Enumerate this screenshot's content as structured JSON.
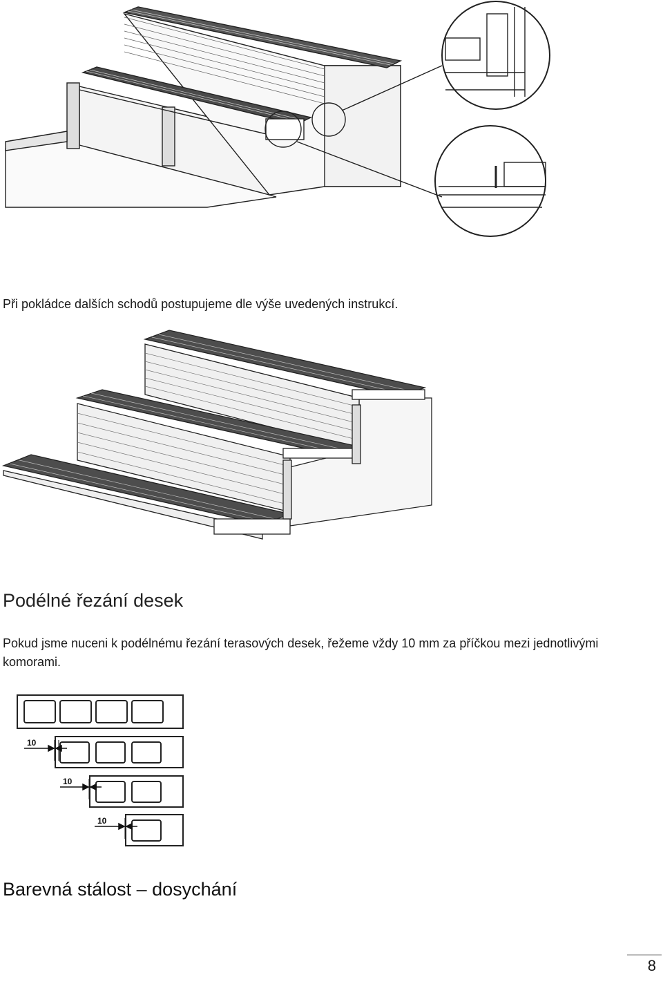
{
  "paragraph_1": "Při pokládce dalších schodů postupujeme dle výše uvedených instrukcí.",
  "heading_1": "Podélné řezání desek",
  "paragraph_2": "Pokud jsme nuceni k podélnému řezání terasových desek, řežeme vždy 10 mm za příčkou mezi jednotlivými komorami.",
  "figure_profiles": {
    "dimension_labels": [
      "10",
      "10",
      "10"
    ]
  },
  "heading_2": "Barevná stálost – dosychání",
  "page_number": "8"
}
